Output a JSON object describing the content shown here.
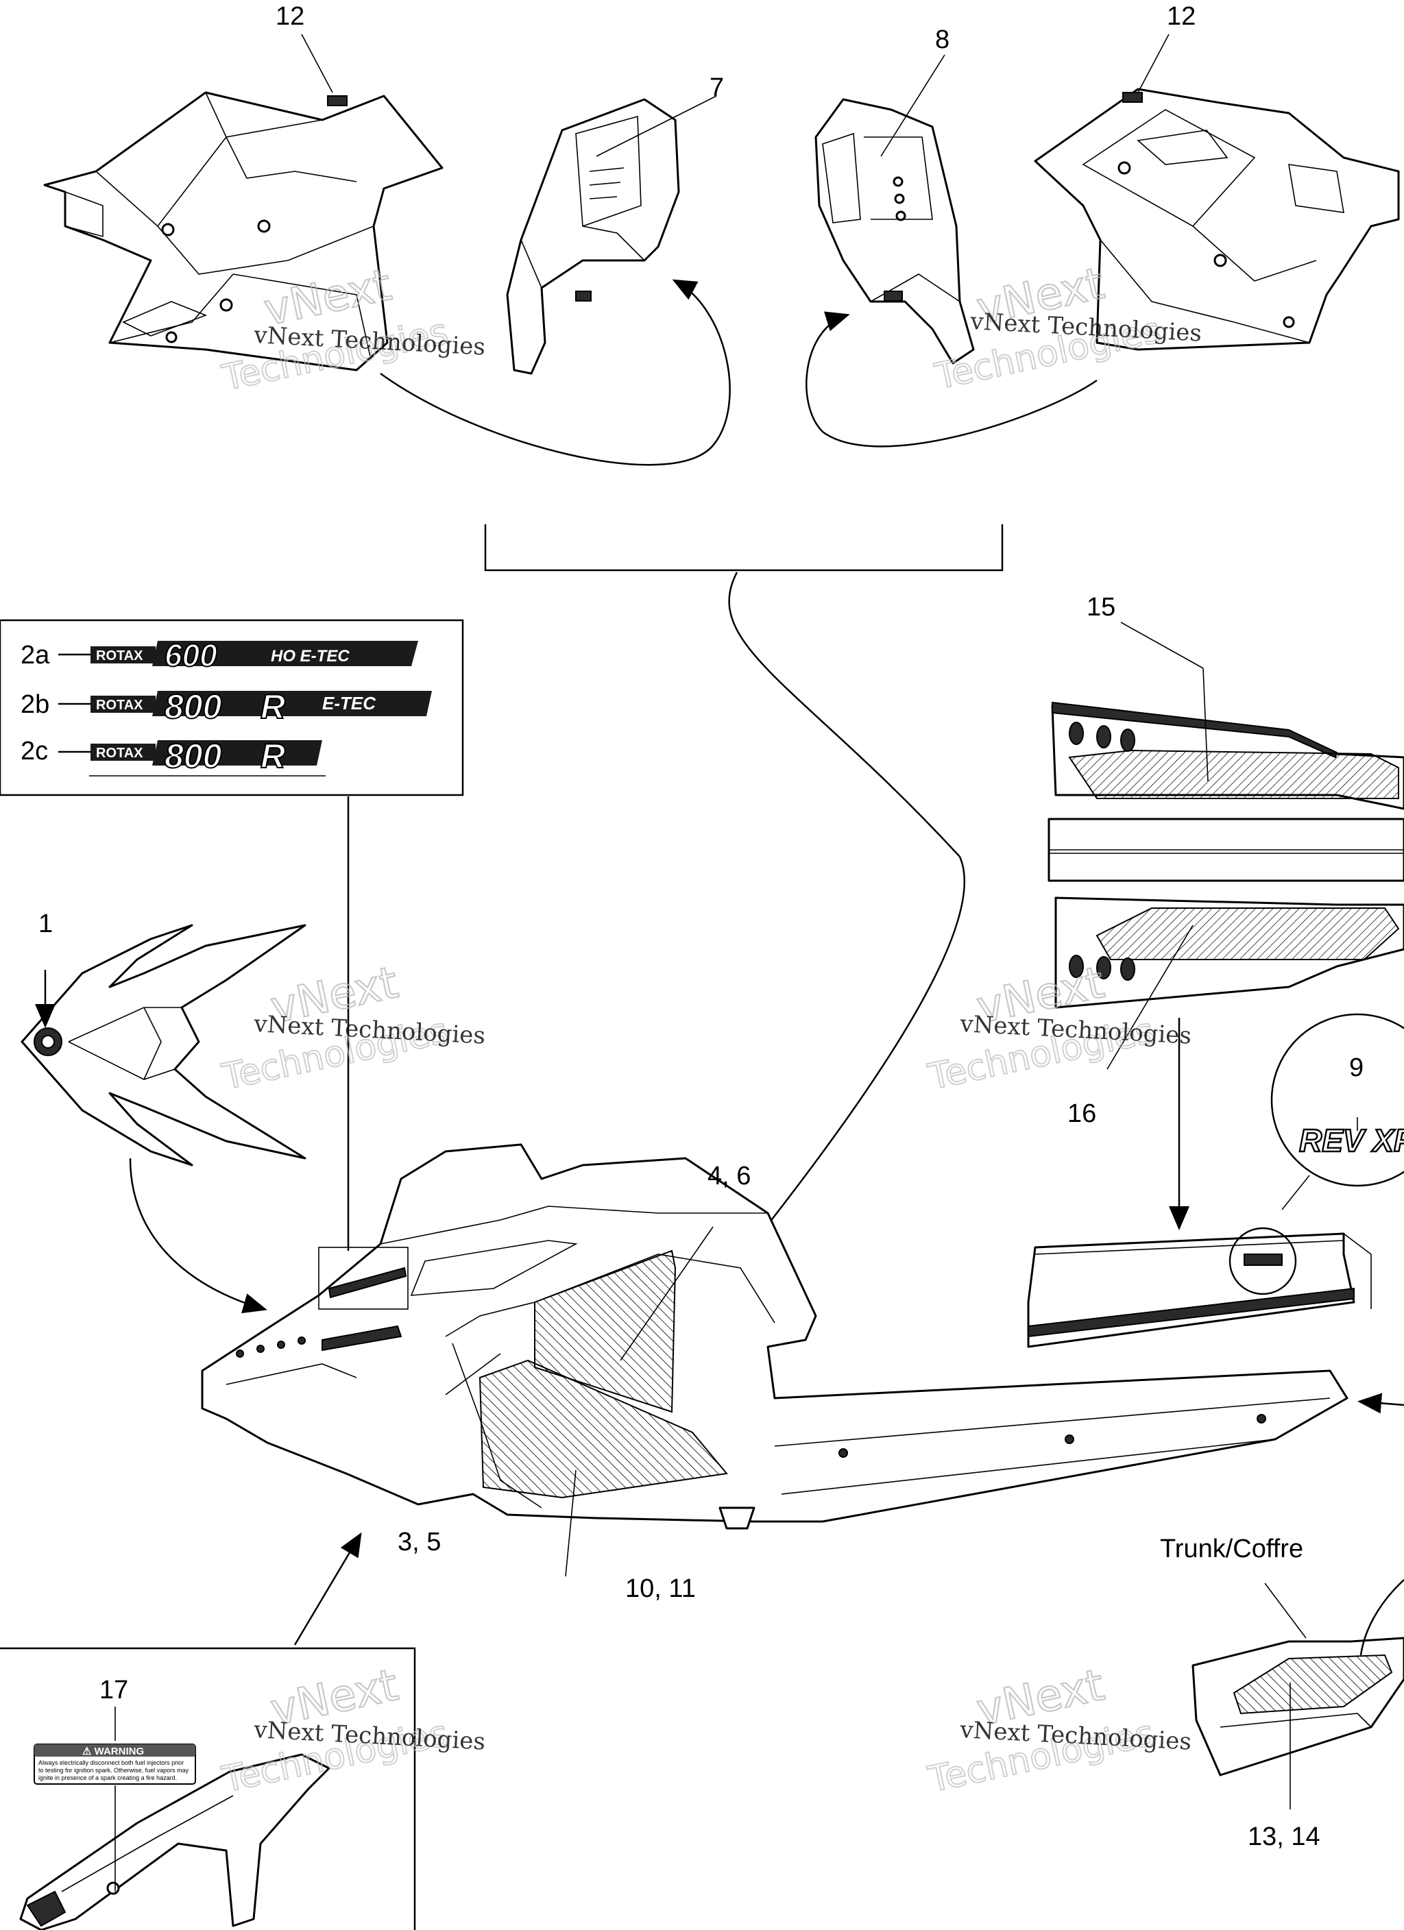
{
  "callouts": {
    "c12a": "12",
    "c7": "7",
    "c8": "8",
    "c12b": "12",
    "c15": "15",
    "c16": "16",
    "c9": "9",
    "c1": "1",
    "c2a": "2a",
    "c2b": "2b",
    "c2c": "2c",
    "c46": "4, 6",
    "c35": "3, 5",
    "c1011": "10, 11",
    "c17": "17",
    "c1314": "13, 14",
    "trunk": "Trunk/Coffre"
  },
  "badges": {
    "rotax": "ROTAX",
    "b2a_num": "600",
    "b2a_suffix": "HO E-TEC",
    "b2b_num": "800",
    "b2b_r": "R",
    "b2b_suffix": "E-TEC",
    "b2c_num": "800",
    "b2c_r": "R",
    "revxp": "REV XP"
  },
  "warning_label": {
    "title": "⚠ WARNING",
    "body1": "Always electrically disconnect both fuel injectors prior",
    "body2": "to testing for ignition spark. Otherwise, fuel vapors may",
    "body3": "ignite in presence of a spark creating a fire hazard."
  },
  "watermark": {
    "line1": "vNext Technologies",
    "line2": "vNext",
    "line3": "Technologies"
  }
}
